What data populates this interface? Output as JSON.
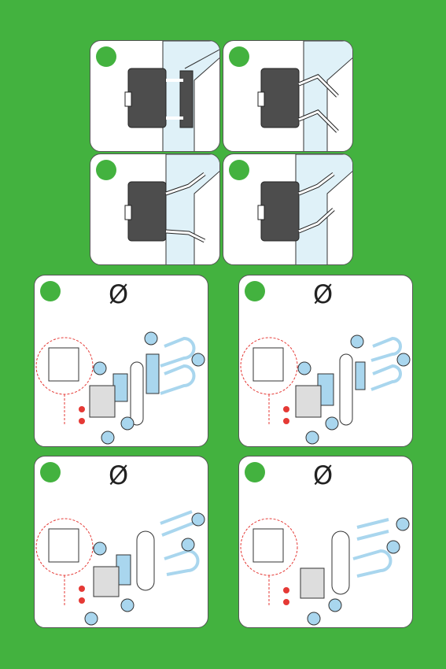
{
  "colors": {
    "background": "#43b23f",
    "panel": "#ffffff",
    "step_marker": "#43b23f",
    "callout": "#a9d6ee",
    "device": "#555555",
    "wall": "#dff1f8",
    "leader_line": "#e53935"
  },
  "top_panels": [
    {
      "variant": "flat-plate"
    },
    {
      "variant": "straight-arms"
    },
    {
      "variant": "angled-arms"
    },
    {
      "variant": "angled-arms-alt"
    }
  ],
  "pole_panels": [
    {
      "symbol": "Ø",
      "variant": "small-u-bolt"
    },
    {
      "symbol": "Ø",
      "variant": "small-u-bolt-alt"
    },
    {
      "symbol": "Ø",
      "variant": "large-u-bolt"
    },
    {
      "symbol": "Ø",
      "variant": "large-u-bolt-alt"
    }
  ],
  "icons": [
    "step-marker-icon",
    "diameter-icon",
    "callout-icon"
  ]
}
